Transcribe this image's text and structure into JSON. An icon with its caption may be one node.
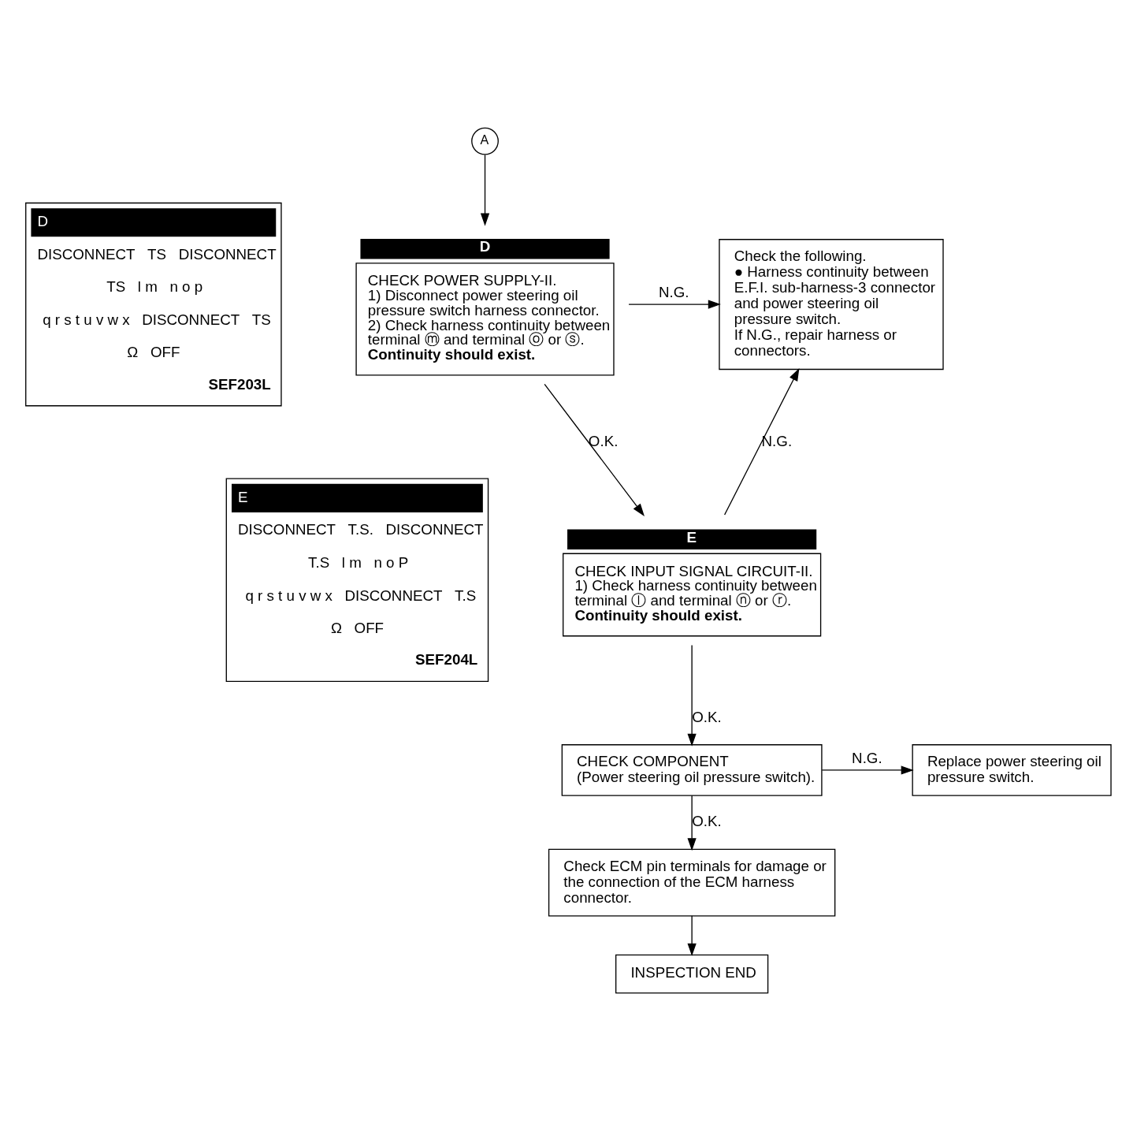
{
  "diagram": {
    "nodes": [
      {
        "text": [
          "D",
          "DISCONNECT",
          "TS",
          "DISCONNECT",
          "TS",
          "l m",
          "n o p",
          "q r s t u v w x",
          "DISCONNECT",
          "TS",
          "Ω",
          "OFF",
          "SEF203L"
        ]
      },
      {
        "text": [
          "E",
          "DISCONNECT",
          "T.S.",
          "DISCONNECT",
          "T.S",
          "l m",
          "n o P",
          "q r s t u v w x",
          "DISCONNECT",
          "T.S",
          "Ω",
          "OFF",
          "SEF204L"
        ]
      },
      {
        "text": [
          "A"
        ]
      },
      {
        "text": [
          "D",
          "CHECK POWER SUPPLY-II.",
          "1) Disconnect power steering oil pressure switch harness connector.",
          "2) Check harness continuity between terminal ⓜ and terminal ⓞ or ⓢ.",
          "**Continuity should exist.**"
        ]
      },
      {
        "text": [
          "Check the following.",
          "● Harness continuity between E.F.I. sub-harness-3 connector and power steering oil pressure switch.",
          "If N.G., repair harness or connectors."
        ]
      },
      {
        "text": [
          "E",
          "CHECK INPUT SIGNAL CIRCUIT-II.",
          "1) Check harness continuity between terminal ⓛ and terminal ⓝ or ⓡ.",
          "**Continuity should exist.**"
        ]
      },
      {
        "text": [
          "CHECK COMPONENT",
          "(Power steering oil pressure switch)."
        ]
      },
      {
        "text": [
          "Replace power steering oil pressure switch."
        ]
      },
      {
        "text": [
          "Check ECM pin terminals for damage or the connection of the ECM harness connector."
        ]
      },
      {
        "text": [
          "INSPECTION END"
        ]
      }
    ],
    "edges": [
      {
        "from": 2,
        "to": 3,
        "arrow": "to"
      },
      {
        "from": 3,
        "to": 4,
        "arrow": "to",
        "label": "N.G."
      },
      {
        "from": 3,
        "to": 5,
        "arrow": "to",
        "label": "O.K."
      },
      {
        "from": 5,
        "to": 4,
        "arrow": "to",
        "label": "N.G."
      },
      {
        "from": 5,
        "to": 6,
        "arrow": "to",
        "label": "O.K."
      },
      {
        "from": 6,
        "to": 7,
        "arrow": "to",
        "label": "N.G."
      },
      {
        "from": 6,
        "to": 8,
        "arrow": "to",
        "label": "O.K."
      },
      {
        "from": 8,
        "to": 9,
        "arrow": "to"
      }
    ]
  }
}
